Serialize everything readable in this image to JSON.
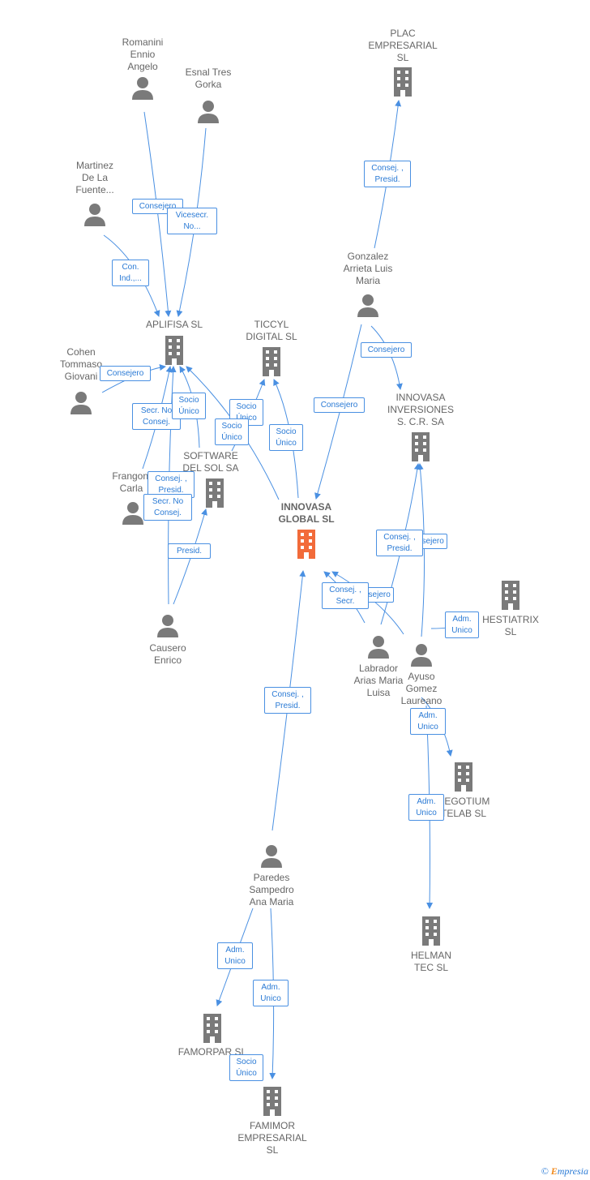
{
  "nodes": {
    "romanini": {
      "label": "Romanini\nEnnio\nAngelo",
      "icon": "person-icon"
    },
    "esnal": {
      "label": "Esnal Tres\nGorka",
      "icon": "person-icon"
    },
    "plac": {
      "label": "PLAC\nEMPRESARIAL\nSL",
      "icon": "building-icon"
    },
    "martinez": {
      "label": "Martinez\nDe La\nFuente...",
      "icon": "person-icon"
    },
    "gonzalez": {
      "label": "Gonzalez\nArrieta Luis\nMaria",
      "icon": "person-icon"
    },
    "aplifisa": {
      "label": "APLIFISA SL",
      "icon": "building-icon"
    },
    "ticcyl": {
      "label": "TICCYL\nDIGITAL SL",
      "icon": "building-icon"
    },
    "cohen": {
      "label": "Cohen\nTommaso\nGiovani",
      "icon": "person-icon"
    },
    "innovasa_inv": {
      "label": "INNOVASA\nINVERSIONES\nS. C.R. SA",
      "icon": "building-icon"
    },
    "software": {
      "label": "SOFTWARE\nDEL SOL SA",
      "icon": "building-icon"
    },
    "frangoni": {
      "label": "Frangoni\nCarla",
      "icon": "person-icon"
    },
    "innovasa_global": {
      "label": "INNOVASA\nGLOBAL SL",
      "icon": "building-icon"
    },
    "hestiatrix": {
      "label": "HESTIATRIX\nSL",
      "icon": "building-icon"
    },
    "causero": {
      "label": "Causero\nEnrico",
      "icon": "person-icon"
    },
    "labrador": {
      "label": "Labrador\nArias Maria\nLuisa",
      "icon": "person-icon"
    },
    "ayuso": {
      "label": "Ayuso\nGomez\nLaureano",
      "icon": "person-icon"
    },
    "negotium": {
      "label": "NEGOTIUM\nTELAB SL",
      "icon": "building-icon"
    },
    "paredes": {
      "label": "Paredes\nSampedro\nAna Maria",
      "icon": "person-icon"
    },
    "helman": {
      "label": "HELMAN\nTEC SL",
      "icon": "building-icon"
    },
    "famorpar": {
      "label": "FAMORPAR SL",
      "icon": "building-icon"
    },
    "famimor": {
      "label": "FAMIMOR\nEMPRESARIAL\nSL",
      "icon": "building-icon"
    }
  },
  "relations": {
    "r1": "Consej. ,\nPresid.",
    "r2": "Consejero",
    "r3": "Vicesecr.\nNo...",
    "r4": "Con.\nInd.,...",
    "r5": "Consejero",
    "r6": "Consejero",
    "r7": "Consejero",
    "r8": "Secr. No\nConsej.",
    "r9": "Socio\nÚnico",
    "r10": "Socio\nÚnico",
    "r11": "Socio\nÚnico",
    "r12": "Socio\nÚnico",
    "r13": "Consej. ,\nPresid.",
    "r14": "Secr. No\nConsej.",
    "r15": "Presid.",
    "r16": "Consejero",
    "r17": "Consej. ,\nPresid.",
    "r18": "Consejero",
    "r19": "Consej. ,\nSecr.",
    "r20": "Adm.\nUnico",
    "r21": "Consej. ,\nPresid.",
    "r22": "Adm.\nUnico",
    "r23": "Adm.\nUnico",
    "r24": "Adm.\nUnico",
    "r25": "Adm.\nUnico",
    "r26": "Socio\nÚnico"
  },
  "colors": {
    "edge": "#4a90e2",
    "node": "#7a7a7a",
    "focus": "#f26b3a"
  },
  "brand": {
    "symbol": "©",
    "initial": "E",
    "rest": "mpresia"
  }
}
